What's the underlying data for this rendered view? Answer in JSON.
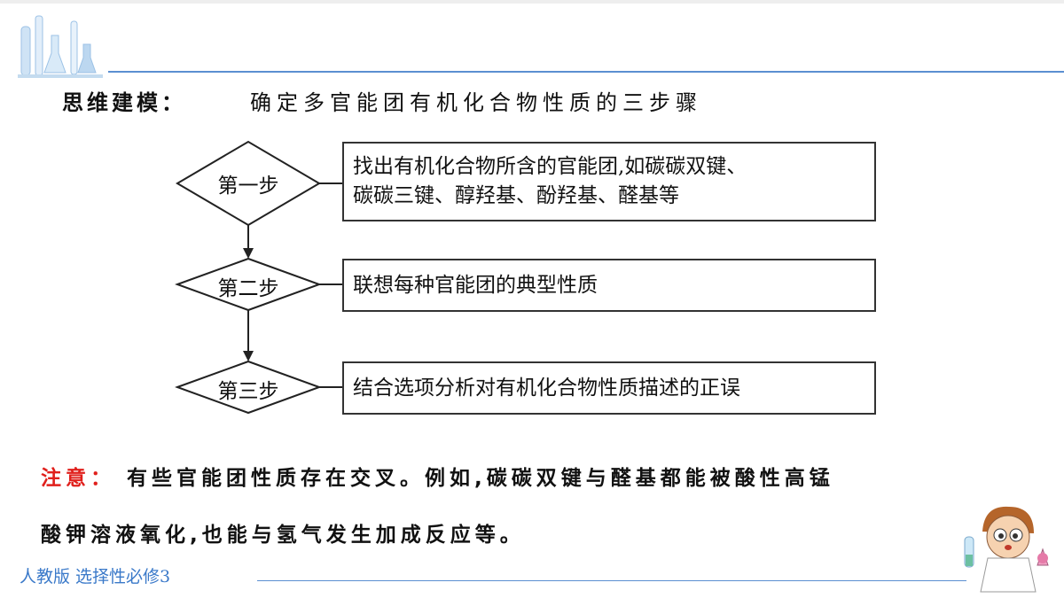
{
  "heading": {
    "label": "思维建模：",
    "title": "确定多官能团有机化合物性质的三步骤"
  },
  "steps": [
    {
      "label": "第一步",
      "line1": "找出有机化合物所含的官能团,如碳碳双键、",
      "line2": "碳碳三键、醇羟基、酚羟基、醛基等"
    },
    {
      "label": "第二步",
      "line1": "联想每种官能团的典型性质"
    },
    {
      "label": "第三步",
      "line1": "结合选项分析对有机化合物性质描述的正误"
    }
  ],
  "note": {
    "label": "注意：",
    "text1": "有些官能团性质存在交叉。例如,碳碳双键与醛基都能被酸性高锰",
    "text2": "酸钾溶液氧化,也能与氢气发生加成反应等。"
  },
  "footer": {
    "text": "人教版 选择性必修3"
  },
  "colors": {
    "accent_line": "#5b8fd1",
    "note_label": "#e0201c",
    "footer": "#3a79c9"
  },
  "icons": [
    "lab-glassware-icon",
    "scientist-mascot-icon"
  ]
}
